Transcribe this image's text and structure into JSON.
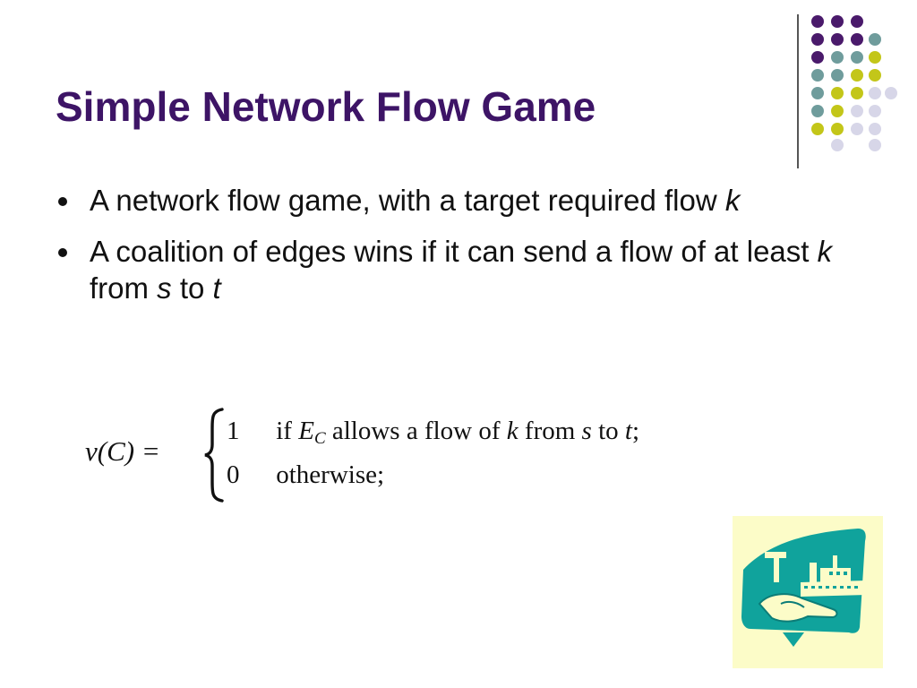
{
  "slide": {
    "title": "Simple Network Flow Game",
    "bullets": [
      {
        "text_1": "A network flow game, with a target required flow",
        "var_1": "k"
      },
      {
        "text_1": "A coalition of edges wins if it can send a flow of at least",
        "var_1": "k",
        "text_2": "from",
        "var_2": "s",
        "text_3": "to",
        "var_3": "t"
      }
    ],
    "formula": {
      "lhs": "v(C) =",
      "case_1_value": "1",
      "case_1_text_a": "if",
      "case_1_var_e": "E",
      "case_1_sub": "C",
      "case_1_text_b": "allows a flow of",
      "case_1_var_k": "k",
      "case_1_text_c": "from",
      "case_1_var_s": "s",
      "case_1_text_d": "to",
      "case_1_var_t": "t",
      "case_1_end": ";",
      "case_2_value": "0",
      "case_2_text": "otherwise;"
    },
    "decoration": {
      "dot_colors": [
        "#4a1a6b",
        "#6f9c9c",
        "#c3c619",
        "#d7d6e8"
      ],
      "title_color": "#3d1466",
      "clipart_icon": "factory-water-hand-icon",
      "clipart_bg": "#fcfcc8",
      "clipart_teal": "#10a39c"
    }
  }
}
